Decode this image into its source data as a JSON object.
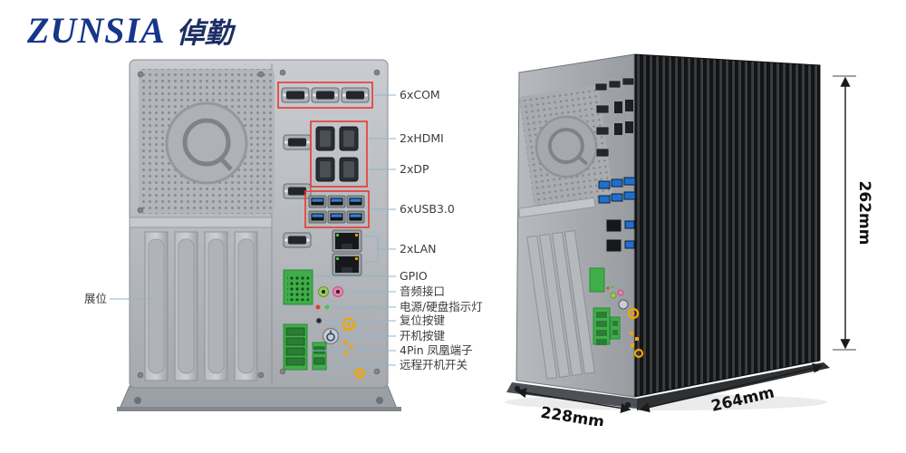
{
  "brand": {
    "name": "ZUNSIA",
    "cn": "倬勤"
  },
  "front": {
    "expansion_label": "展位",
    "callouts": [
      {
        "label": "6xCOM"
      },
      {
        "label": "2xHDMI"
      },
      {
        "label": "2xDP"
      },
      {
        "label": "6xUSB3.0"
      },
      {
        "label": "2xLAN"
      },
      {
        "label": "GPIO"
      },
      {
        "label": "音频接口"
      },
      {
        "label": "电源/硬盘指示灯"
      },
      {
        "label": "复位按键"
      },
      {
        "label": "开机按键"
      },
      {
        "label": "4Pin 凤凰端子"
      },
      {
        "label": "远程开机开关"
      }
    ]
  },
  "dimensions": {
    "height": "262mm",
    "width": "228mm",
    "depth": "264mm"
  },
  "colors": {
    "brand_blue": "#16368c",
    "accent_red": "#e8382f",
    "leader_blue": "#8fb3cf",
    "connector_green": "#3fae49",
    "usb_blue": "#2f7fd6",
    "print_orange": "#f0a500"
  }
}
